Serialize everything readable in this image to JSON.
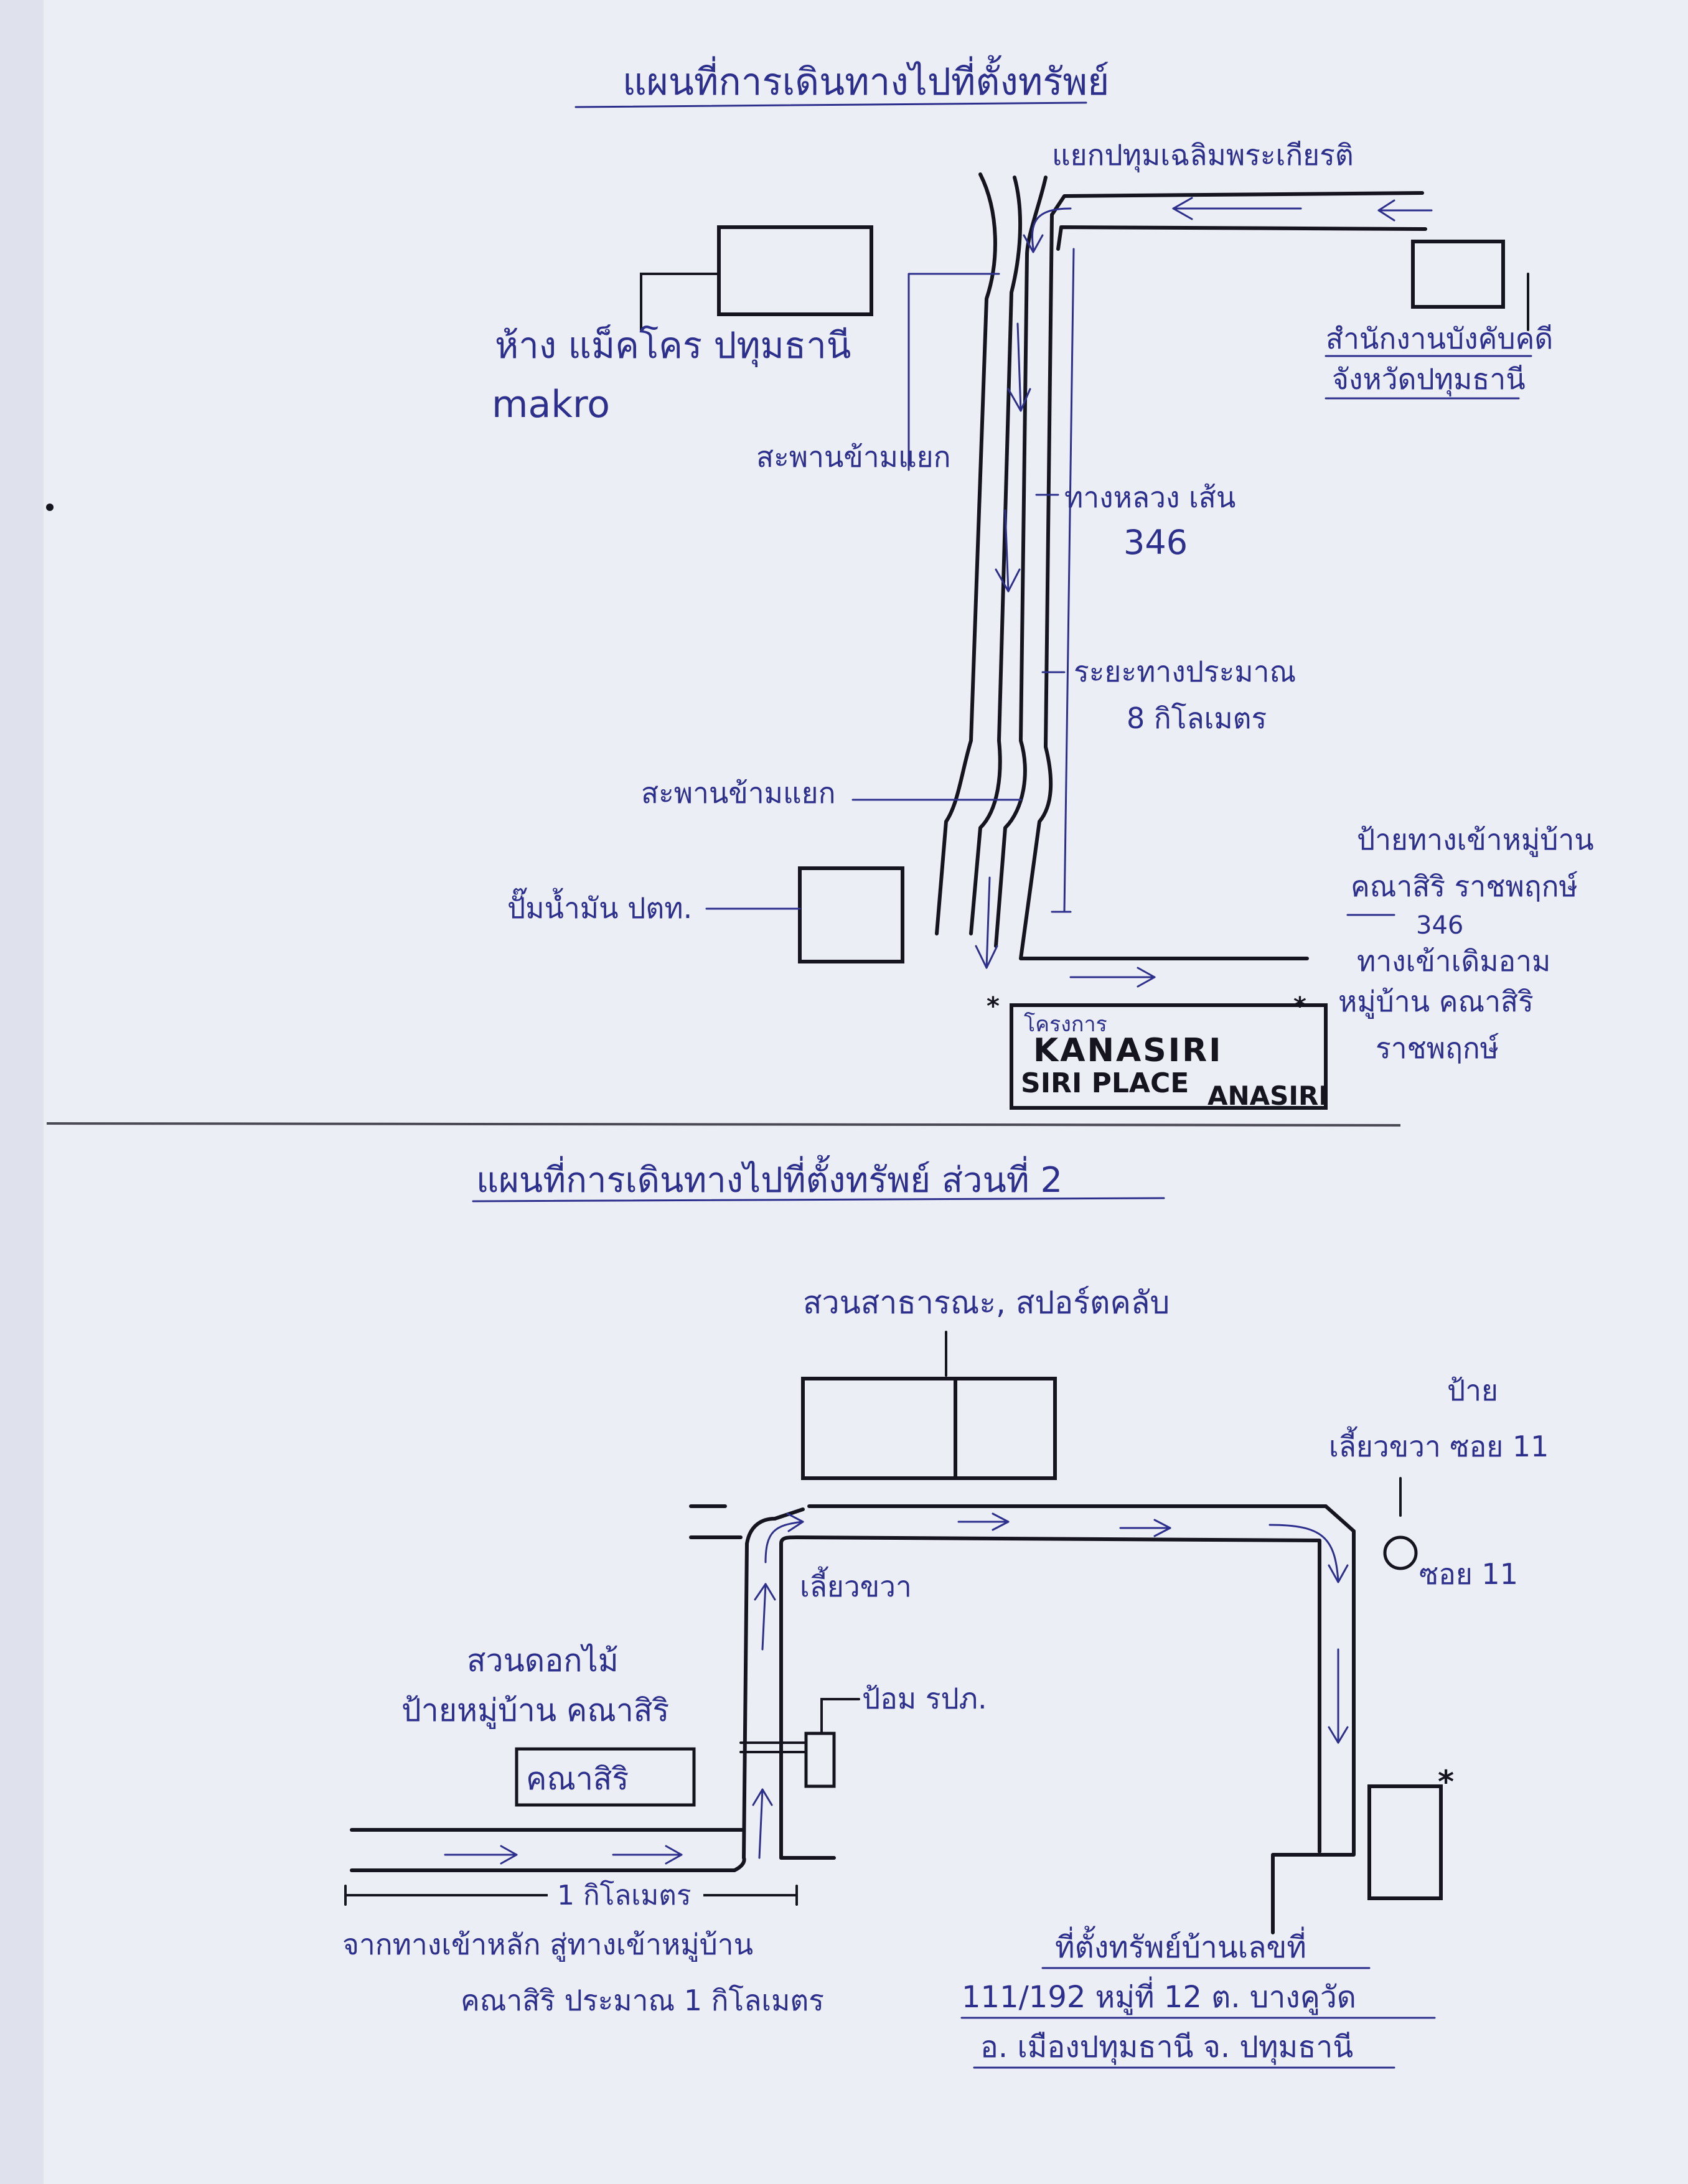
{
  "colors": {
    "paper": "#eceef6",
    "ink": "#15151f",
    "pen_blue": "#2c2f8c"
  },
  "map1": {
    "title": "แผนที่การเดินทางไปที่ตั้งทรัพย์",
    "junction": "แยกปทุมเฉลิมพระเกียรติ",
    "makro_line1": "ห้าง แม็คโคร ปทุมธานี",
    "makro_line2": "makro",
    "office_line1": "สำนักงานบังคับคดี",
    "office_line2": "จังหวัดปทุมธานี",
    "bridge1": "สะพานข้ามแยก",
    "highway_line1": "ทางหลวง เส้น",
    "highway_line2": "346",
    "distance_line1": "ระยะทางประมาณ",
    "distance_line2": "8 กิโลเมตร",
    "bridge2": "สะพานข้ามแยก",
    "ptt": "ปั๊มน้ำมัน ปตท.",
    "sign_line1": "ป้ายทางเข้าหมู่บ้าน",
    "sign_line2": "คณาสิริ ราชพฤกษ์",
    "sign_line3": "346",
    "sign_line4": "ทางเข้าเดิมอาม",
    "sign_line5": "หมู่บ้าน คณาสิริ",
    "sign_line6": "ราชพฤกษ์",
    "project_small": "โครงการ",
    "project_big1": "KANASIRI",
    "project_big2": "SIRI PLACE",
    "project_big3": "ANASIRI"
  },
  "map2": {
    "title": "แผนที่การเดินทางไปที่ตั้งทรัพย์ ส่วนที่ 2",
    "park": "สวนสาธารณะ, สปอร์ตคลับ",
    "sign_line1": "ป้าย",
    "sign_line2": "เลี้ยวขวา ซอย 11",
    "soi": "ซอย 11",
    "turn_right": "เลี้ยวขวา",
    "garden_line1": "สวนดอกไม้",
    "garden_line2": "ป้ายหมู่บ้าน คณาสิริ",
    "kanasiri_box": "คณาสิริ",
    "guard": "ป้อม รปภ.",
    "one_km": "1 กิโลเมตร",
    "from_line1": "จากทางเข้าหลัก สู่ทางเข้าหมู่บ้าน",
    "from_line2": "คณาสิริ ประมาณ 1 กิโลเมตร",
    "addr_line1": "ที่ตั้งทรัพย์บ้านเลขที่",
    "addr_line2": "111/192 หมู่ที่ 12 ต. บางคูวัด",
    "addr_line3": "อ. เมืองปทุมธานี จ. ปทุมธานี"
  }
}
